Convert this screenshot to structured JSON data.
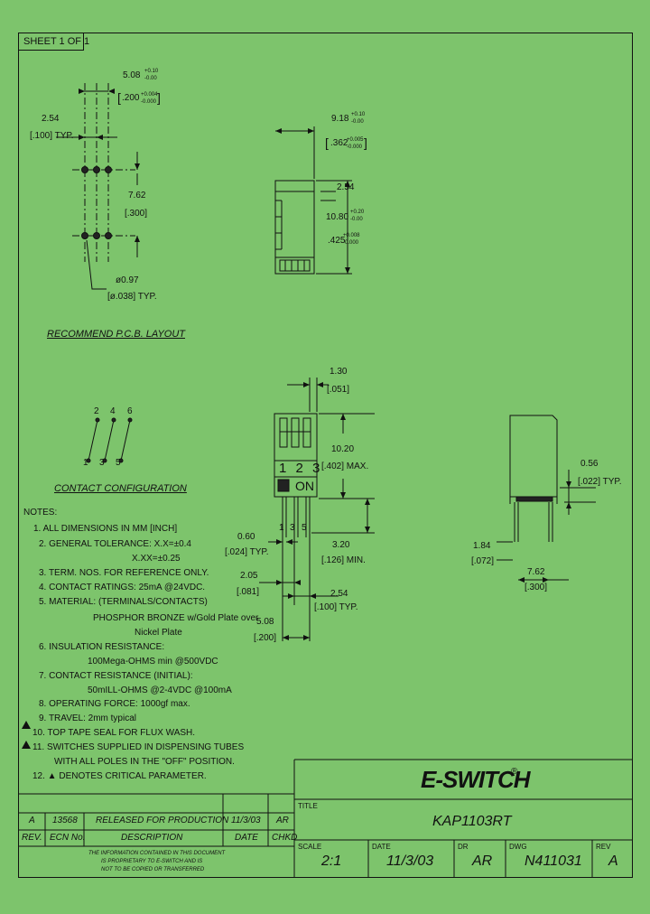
{
  "sheet_label": "SHEET 1 OF 1",
  "pcb": {
    "dim_width": "5.08",
    "dim_width_tol_plus": "+0.10",
    "dim_width_tol_minus": "-0.00",
    "dim_width_in": ".200",
    "dim_width_in_tol_plus": "+0.004",
    "dim_width_in_tol_minus": "-0.000",
    "pitch_mm": "2.54",
    "pitch_in": "[.100] TYP.",
    "row_mm": "7.62",
    "row_in": "[.300]",
    "hole_mm": "ø0.97",
    "hole_in": "[ø.038] TYP.",
    "caption": "RECOMMEND P.C.B. LAYOUT"
  },
  "side_view": {
    "width_mm": "9.18",
    "width_tol_plus": "+0.10",
    "width_tol_minus": "-0.00",
    "width_in": ".362",
    "width_in_tol_plus": "+0.005",
    "width_in_tol_minus": "-0.000",
    "pitch_mm": "2.54",
    "height_mm": "10.80",
    "height_tol_plus": "+0.20",
    "height_tol_minus": "-0.00",
    "height_in": ".425",
    "height_in_tol_plus": "+0.008",
    "height_in_tol_minus": "-0.000"
  },
  "contact": {
    "top_pins": [
      "2",
      "4",
      "6"
    ],
    "bottom_pins": [
      "1",
      "3",
      "5"
    ],
    "caption": "CONTACT CONFIGURATION"
  },
  "front_view": {
    "w_mm": "1.30",
    "w_in": "[.051]",
    "h_mm": "10.20",
    "h_in": "[.402] MAX.",
    "switch_numbers": "1 2 3",
    "on_label": "ON",
    "pin_labels": [
      "1",
      "3",
      "5"
    ],
    "pin_w_mm": "0.60",
    "pin_w_in": "[.024] TYP.",
    "a_mm": "2.05",
    "a_in": "[.081]",
    "pitch_mm": "2.54",
    "pitch_in": "[.100] TYP.",
    "total_mm": "5.08",
    "total_in": "[.200]",
    "lead_mm": "3.20",
    "lead_in": "[.126] MIN."
  },
  "end_view": {
    "t_mm": "0.56",
    "t_in": "[.022] TYP.",
    "h_mm": "1.84",
    "h_in": "[.072]",
    "row_mm": "7.62",
    "row_in": "[.300]"
  },
  "notes": {
    "title": "NOTES:",
    "items": [
      "1. ALL DIMENSIONS IN MM [INCH]",
      "2. GENERAL TOLERANCE: X.X=±0.4",
      "X.XX=±0.25",
      "3. TERM. NOS. FOR REFERENCE ONLY.",
      "4. CONTACT RATINGS: 25mA @24VDC.",
      "5. MATERIAL: (TERMINALS/CONTACTS)",
      "PHOSPHOR BRONZE w/Gold Plate over",
      "Nickel Plate",
      "6. INSULATION RESISTANCE:",
      "100Mega-OHMS min @500VDC",
      "7. CONTACT RESISTANCE (INITIAL):",
      "50mILL-OHMS @2-4VDC @100mA",
      "8. OPERATING FORCE: 1000gf max.",
      "9. TRAVEL: 2mm typical",
      "10. TOP TAPE SEAL FOR FLUX WASH.",
      "11. SWITCHES SUPPLIED IN DISPENSING TUBES",
      "WITH ALL POLES IN THE \"OFF\" POSITION.",
      "12. ▲ DENOTES CRITICAL PARAMETER."
    ]
  },
  "revisions": {
    "row": {
      "rev": "A",
      "ecn": "13568",
      "desc": "RELEASED FOR PRODUCTION",
      "date": "11/3/03",
      "chkd": "AR"
    },
    "headers": {
      "rev": "REV.",
      "ecn": "ECN No.",
      "desc": "DESCRIPTION",
      "date": "DATE",
      "chkd": "CHKD"
    },
    "disclaimer": [
      "THE INFORMATION CONTAINED IN THIS DOCUMENT",
      "IS PROPRIETARY TO E-SWITCH AND IS",
      "NOT TO BE COPIED OR TRANSFERRED"
    ]
  },
  "title_block": {
    "logo": "E-SWITCH",
    "logo_mark": "®",
    "title_label": "TITLE",
    "title": "KAP1103RT",
    "scale_label": "SCALE",
    "scale": "2:1",
    "date_label": "DATE",
    "date": "11/3/03",
    "dr_label": "DR",
    "dr": "AR",
    "dwg_label": "DWG",
    "dwg": "N411031",
    "rev_label": "REV",
    "rev": "A"
  }
}
